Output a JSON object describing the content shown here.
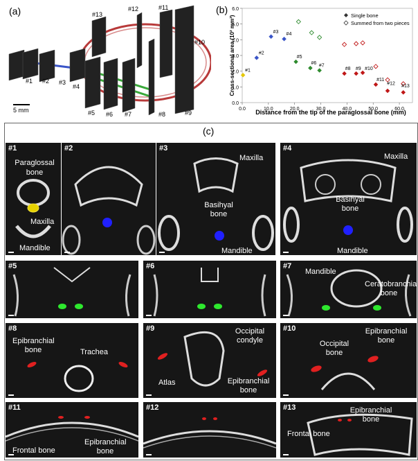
{
  "panels": {
    "a_label": "(a)",
    "b_label": "(b)",
    "c_label": "(c)"
  },
  "panel_a": {
    "slice_labels": [
      "#1",
      "#2",
      "#3",
      "#4",
      "#5",
      "#6",
      "#7",
      "#8",
      "#9",
      "#10",
      "#11",
      "#12",
      "#13"
    ],
    "scale_bar": "5 mm"
  },
  "chart_data": {
    "type": "scatter",
    "xlabel": "Distance from the tip of the paraglossal bone (mm)",
    "ylabel": "Cross-sectional area (10² mm²)",
    "xlim": [
      0,
      65
    ],
    "ylim": [
      0,
      6
    ],
    "xticks": [
      "0.0",
      "10.0",
      "20.0",
      "30.0",
      "40.0",
      "50.0",
      "60.0"
    ],
    "yticks": [
      "0.0",
      "1.0",
      "2.0",
      "3.0",
      "4.0",
      "5.0",
      "6.0"
    ],
    "legend": [
      "Single bone",
      "Summed from two pieces"
    ],
    "legend_position": "top-right",
    "point_labels": [
      {
        "label": "#1",
        "x": 0.3,
        "y": 1.75
      },
      {
        "label": "#2",
        "x": 5.5,
        "y": 2.85
      },
      {
        "label": "#3",
        "x": 11.0,
        "y": 4.2
      },
      {
        "label": "#4",
        "x": 16.0,
        "y": 4.05
      },
      {
        "label": "#5",
        "x": 20.0,
        "y": 2.6
      },
      {
        "label": "#6",
        "x": 25.5,
        "y": 2.2
      },
      {
        "label": "#7",
        "x": 28.5,
        "y": 2.05
      },
      {
        "label": "#8",
        "x": 38.5,
        "y": 1.85
      },
      {
        "label": "#9",
        "x": 42.5,
        "y": 1.85
      },
      {
        "label": "#10",
        "x": 46.0,
        "y": 1.85
      },
      {
        "label": "#11",
        "x": 50.5,
        "y": 1.15
      },
      {
        "label": "#12",
        "x": 54.5,
        "y": 0.9
      },
      {
        "label": "#13",
        "x": 60.0,
        "y": 0.75
      }
    ],
    "series": [
      {
        "name": "Single bone",
        "color": "#444444",
        "points": [
          {
            "x": 0.3,
            "y": 1.75,
            "color": "#e6c800"
          },
          {
            "x": 5.5,
            "y": 2.85,
            "color": "#3a55c8"
          },
          {
            "x": 11.0,
            "y": 4.2,
            "color": "#3a55c8"
          },
          {
            "x": 16.0,
            "y": 4.05,
            "color": "#3a55c8"
          },
          {
            "x": 20.5,
            "y": 2.6,
            "color": "#2e8b2e"
          },
          {
            "x": 26.0,
            "y": 2.2,
            "color": "#2e8b2e"
          },
          {
            "x": 29.5,
            "y": 2.05,
            "color": "#2e8b2e"
          },
          {
            "x": 39.0,
            "y": 1.85,
            "color": "#c01818"
          },
          {
            "x": 43.5,
            "y": 1.85,
            "color": "#c01818"
          },
          {
            "x": 46.0,
            "y": 1.9,
            "color": "#c01818"
          },
          {
            "x": 51.0,
            "y": 1.15,
            "color": "#c01818"
          },
          {
            "x": 55.5,
            "y": 0.75,
            "color": "#c01818"
          },
          {
            "x": 61.5,
            "y": 0.65,
            "color": "#c01818"
          }
        ]
      },
      {
        "name": "Summed from two pieces",
        "color": "#444444",
        "points": [
          {
            "x": 21.5,
            "y": 5.15,
            "color": "#2e8b2e"
          },
          {
            "x": 26.5,
            "y": 4.45,
            "color": "#2e8b2e"
          },
          {
            "x": 29.5,
            "y": 4.15,
            "color": "#2e8b2e"
          },
          {
            "x": 39.0,
            "y": 3.7,
            "color": "#c01818"
          },
          {
            "x": 43.5,
            "y": 3.75,
            "color": "#c01818"
          },
          {
            "x": 46.0,
            "y": 3.8,
            "color": "#c01818"
          },
          {
            "x": 51.0,
            "y": 2.3,
            "color": "#c01818"
          },
          {
            "x": 55.5,
            "y": 1.45,
            "color": "#c01818"
          },
          {
            "x": 61.5,
            "y": 1.2,
            "color": "#c01818"
          }
        ]
      }
    ]
  },
  "panel_c": {
    "slices": [
      {
        "id": "#1",
        "annotations": [
          "Paraglossal bone",
          "Maxilla",
          "Mandible"
        ]
      },
      {
        "id": "#2",
        "annotations": []
      },
      {
        "id": "#3",
        "annotations": [
          "Maxilla",
          "Basihyal bone",
          "Mandible"
        ]
      },
      {
        "id": "#4",
        "annotations": [
          "Maxilla",
          "Basihyal bone",
          "Mandible"
        ]
      },
      {
        "id": "#5",
        "annotations": []
      },
      {
        "id": "#6",
        "annotations": []
      },
      {
        "id": "#7",
        "annotations": [
          "Mandible",
          "Ceratobranchial bone"
        ]
      },
      {
        "id": "#8",
        "annotations": [
          "Epibranchial bone",
          "Trachea"
        ]
      },
      {
        "id": "#9",
        "annotations": [
          "Occipital condyle",
          "Atlas",
          "Epibranchial bone"
        ]
      },
      {
        "id": "#10",
        "annotations": [
          "Occipital bone",
          "Epibranchial bone"
        ]
      },
      {
        "id": "#11",
        "annotations": [
          "Frontal bone",
          "Epibranchial bone"
        ]
      },
      {
        "id": "#12",
        "annotations": []
      },
      {
        "id": "#13",
        "annotations": [
          "Epibranchial bone",
          "Frontal bone"
        ]
      }
    ]
  }
}
